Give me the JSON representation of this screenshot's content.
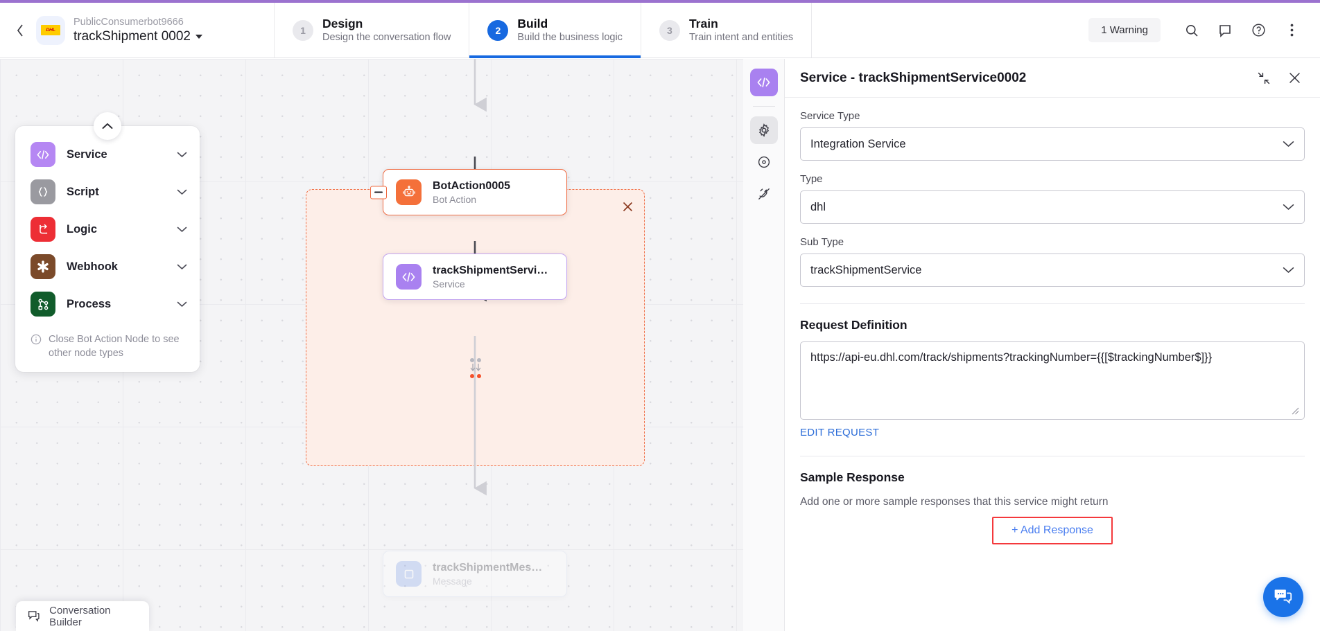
{
  "header": {
    "back_icon": "chevron-left-icon",
    "bot_logo": "dhl-logo",
    "org_name": "PublicConsumerbot9666",
    "bot_title": "trackShipment 0002",
    "steps": [
      {
        "num": "1",
        "title": "Design",
        "subtitle": "Design the conversation flow",
        "active": false
      },
      {
        "num": "2",
        "title": "Build",
        "subtitle": "Build the business logic",
        "active": true
      },
      {
        "num": "3",
        "title": "Train",
        "subtitle": "Train intent and entities",
        "active": false
      }
    ],
    "warning_label": "1 Warning",
    "icons": [
      "search-icon",
      "comment-icon",
      "help-icon",
      "more-vertical-icon"
    ]
  },
  "palette": {
    "toggle_icon": "chevron-up-icon",
    "items": [
      {
        "label": "Service",
        "icon": "code-icon",
        "color": "#b587f3"
      },
      {
        "label": "Script",
        "icon": "braces-icon",
        "color": "#9a9aa0"
      },
      {
        "label": "Logic",
        "icon": "logic-loop-icon",
        "color": "#ed2e35"
      },
      {
        "label": "Webhook",
        "icon": "webhook-asterisk-icon",
        "color": "#7b4a2a"
      },
      {
        "label": "Process",
        "icon": "process-nodes-icon",
        "color": "#115c2b"
      }
    ],
    "note": "Close Bot Action Node to see other node types",
    "note_icon": "info-icon"
  },
  "canvas": {
    "group_close_icon": "close-icon",
    "collapse_icon": "minus-icon",
    "nodes": [
      {
        "title": "BotAction0005",
        "subtitle": "Bot Action",
        "icon": "robot-icon",
        "color": "#f4703a"
      },
      {
        "title": "trackShipmentServi…",
        "subtitle": "Service",
        "icon": "code-icon",
        "color": "#a981f0"
      },
      {
        "title": "trackShipmentMes…",
        "subtitle": "Message",
        "icon": "message-box-icon",
        "color": "#7b9ce8"
      }
    ],
    "conversation_builder": {
      "label": "Conversation Builder",
      "icon": "chat-bubbles-icon"
    }
  },
  "rail": {
    "items": [
      {
        "icon": "code-icon",
        "state": "primary"
      },
      {
        "icon": "gear-icon",
        "state": "selected"
      },
      {
        "icon": "target-icon",
        "state": "normal"
      },
      {
        "icon": "plug-off-icon",
        "state": "normal"
      }
    ]
  },
  "panel": {
    "title": "Service - trackShipmentService0002",
    "collapse_icon": "collapse-icon",
    "close_icon": "close-icon",
    "fields": [
      {
        "label": "Service Type",
        "value": "Integration Service"
      },
      {
        "label": "Type",
        "value": "dhl"
      },
      {
        "label": "Sub Type",
        "value": "trackShipmentService"
      }
    ],
    "request": {
      "section_title": "Request Definition",
      "value": "https://api-eu.dhl.com/track/shipments?trackingNumber={{[$trackingNumber$]}}",
      "edit_link": "EDIT REQUEST"
    },
    "sample_response": {
      "section_title": "Sample Response",
      "description": "Add one or more sample responses that this service might return",
      "add_button": "+ Add Response",
      "add_button_highlight_color": "#f4393c"
    },
    "chat_fab_icon": "chat-support-icon"
  }
}
